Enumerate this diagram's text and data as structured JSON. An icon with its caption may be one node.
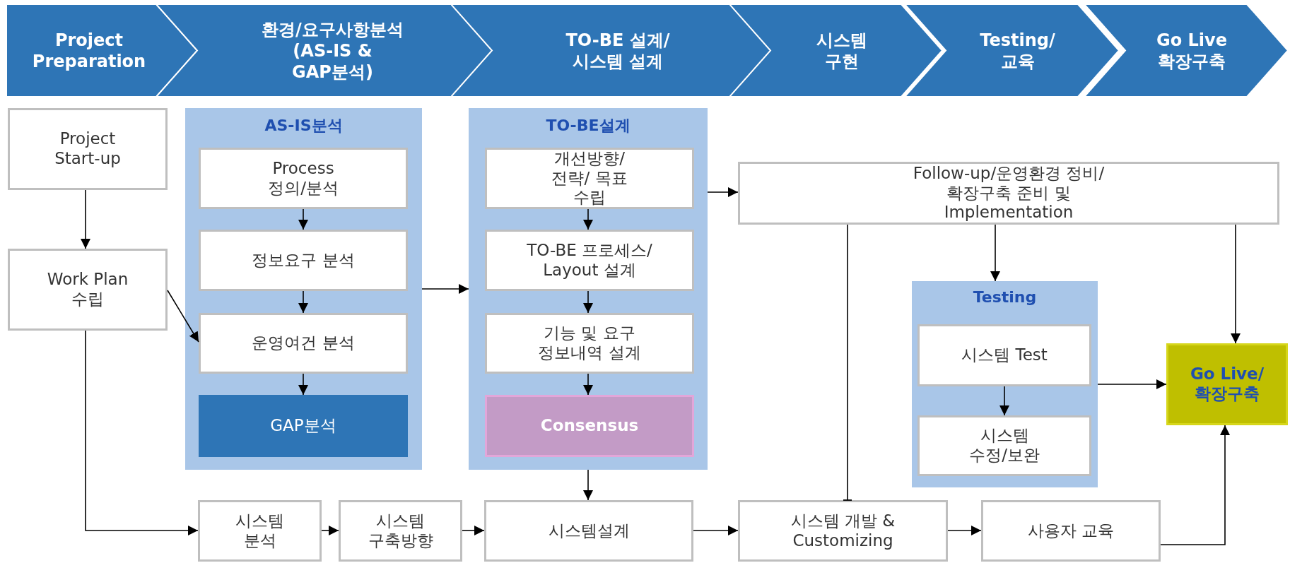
{
  "diagram": {
    "nodes": [
      {
        "text": [
          "Project Preparation"
        ]
      },
      {
        "text": [
          "환경/요구사항분석 (AS-IS & GAP분석)"
        ]
      },
      {
        "text": [
          "TO-BE 설계/ 시스템 설계"
        ]
      },
      {
        "text": [
          "시스템 구현"
        ]
      },
      {
        "text": [
          "Testing/ 교육"
        ]
      },
      {
        "text": [
          "Go Live 확장구축"
        ]
      },
      {
        "text": [
          "Project Start-up"
        ]
      },
      {
        "text": [
          "Work Plan 수립"
        ]
      },
      {
        "text": [
          "AS-IS분석"
        ]
      },
      {
        "text": [
          "Process 정의/분석"
        ],
        "in": 8
      },
      {
        "text": [
          "정보요구 분석"
        ],
        "in": 8
      },
      {
        "text": [
          "운영여건 분석"
        ],
        "in": 8
      },
      {
        "text": [
          "GAP분석"
        ],
        "in": 8
      },
      {
        "text": [
          "TO-BE설계"
        ]
      },
      {
        "text": [
          "개선방향/전략/ 목표 수립"
        ],
        "in": 13
      },
      {
        "text": [
          "TO-BE 프로세스/ Layout 설계"
        ],
        "in": 13
      },
      {
        "text": [
          "기능 및 요구 정보내역 설계"
        ],
        "in": 13
      },
      {
        "text": [
          "Consensus"
        ],
        "in": 13
      },
      {
        "text": [
          "Follow-up/운영환경 정비/ 확장구축 준비 및 Implementation"
        ]
      },
      {
        "text": [
          "Testing"
        ]
      },
      {
        "text": [
          "시스템 Test"
        ],
        "in": 19
      },
      {
        "text": [
          "시스템 수정/보완"
        ],
        "in": 19
      },
      {
        "text": [
          "Go Live/ 확장구축"
        ]
      },
      {
        "text": [
          "시스템 분석"
        ]
      },
      {
        "text": [
          "시스템 구축방향"
        ]
      },
      {
        "text": [
          "시스템설계"
        ]
      },
      {
        "text": [
          "시스템 개발 & Customizing"
        ]
      },
      {
        "text": [
          "사용자 교육"
        ]
      }
    ],
    "edges": [
      {
        "from": 6,
        "to": 7,
        "arrow": "to"
      },
      {
        "from": 7,
        "to": 11,
        "arrow": "to"
      },
      {
        "from": 9,
        "to": 10,
        "arrow": "to"
      },
      {
        "from": 10,
        "to": 11,
        "arrow": "to"
      },
      {
        "from": 11,
        "to": 12,
        "arrow": "to"
      },
      {
        "from": 8,
        "to": 13,
        "arrow": "to"
      },
      {
        "from": 14,
        "to": 15,
        "arrow": "to"
      },
      {
        "from": 15,
        "to": 16,
        "arrow": "to"
      },
      {
        "from": 16,
        "to": 17,
        "arrow": "to"
      },
      {
        "from": 13,
        "to": 18,
        "arrow": "to"
      },
      {
        "from": 13,
        "to": 25,
        "arrow": "to"
      },
      {
        "from": 7,
        "to": 23,
        "arrow": "to"
      },
      {
        "from": 23,
        "to": 24,
        "arrow": "to"
      },
      {
        "from": 24,
        "to": 25,
        "arrow": "to"
      },
      {
        "from": 25,
        "to": 26,
        "arrow": "to"
      },
      {
        "from": 26,
        "to": 27,
        "arrow": "to"
      },
      {
        "from": 18,
        "to": 26,
        "arrow": "other"
      },
      {
        "from": 18,
        "to": 19,
        "arrow": "to"
      },
      {
        "from": 18,
        "to": 22,
        "arrow": "to"
      },
      {
        "from": 20,
        "to": 21,
        "arrow": "to"
      },
      {
        "from": 19,
        "to": 22,
        "arrow": "to"
      },
      {
        "from": 27,
        "to": 22,
        "arrow": "to"
      }
    ]
  }
}
